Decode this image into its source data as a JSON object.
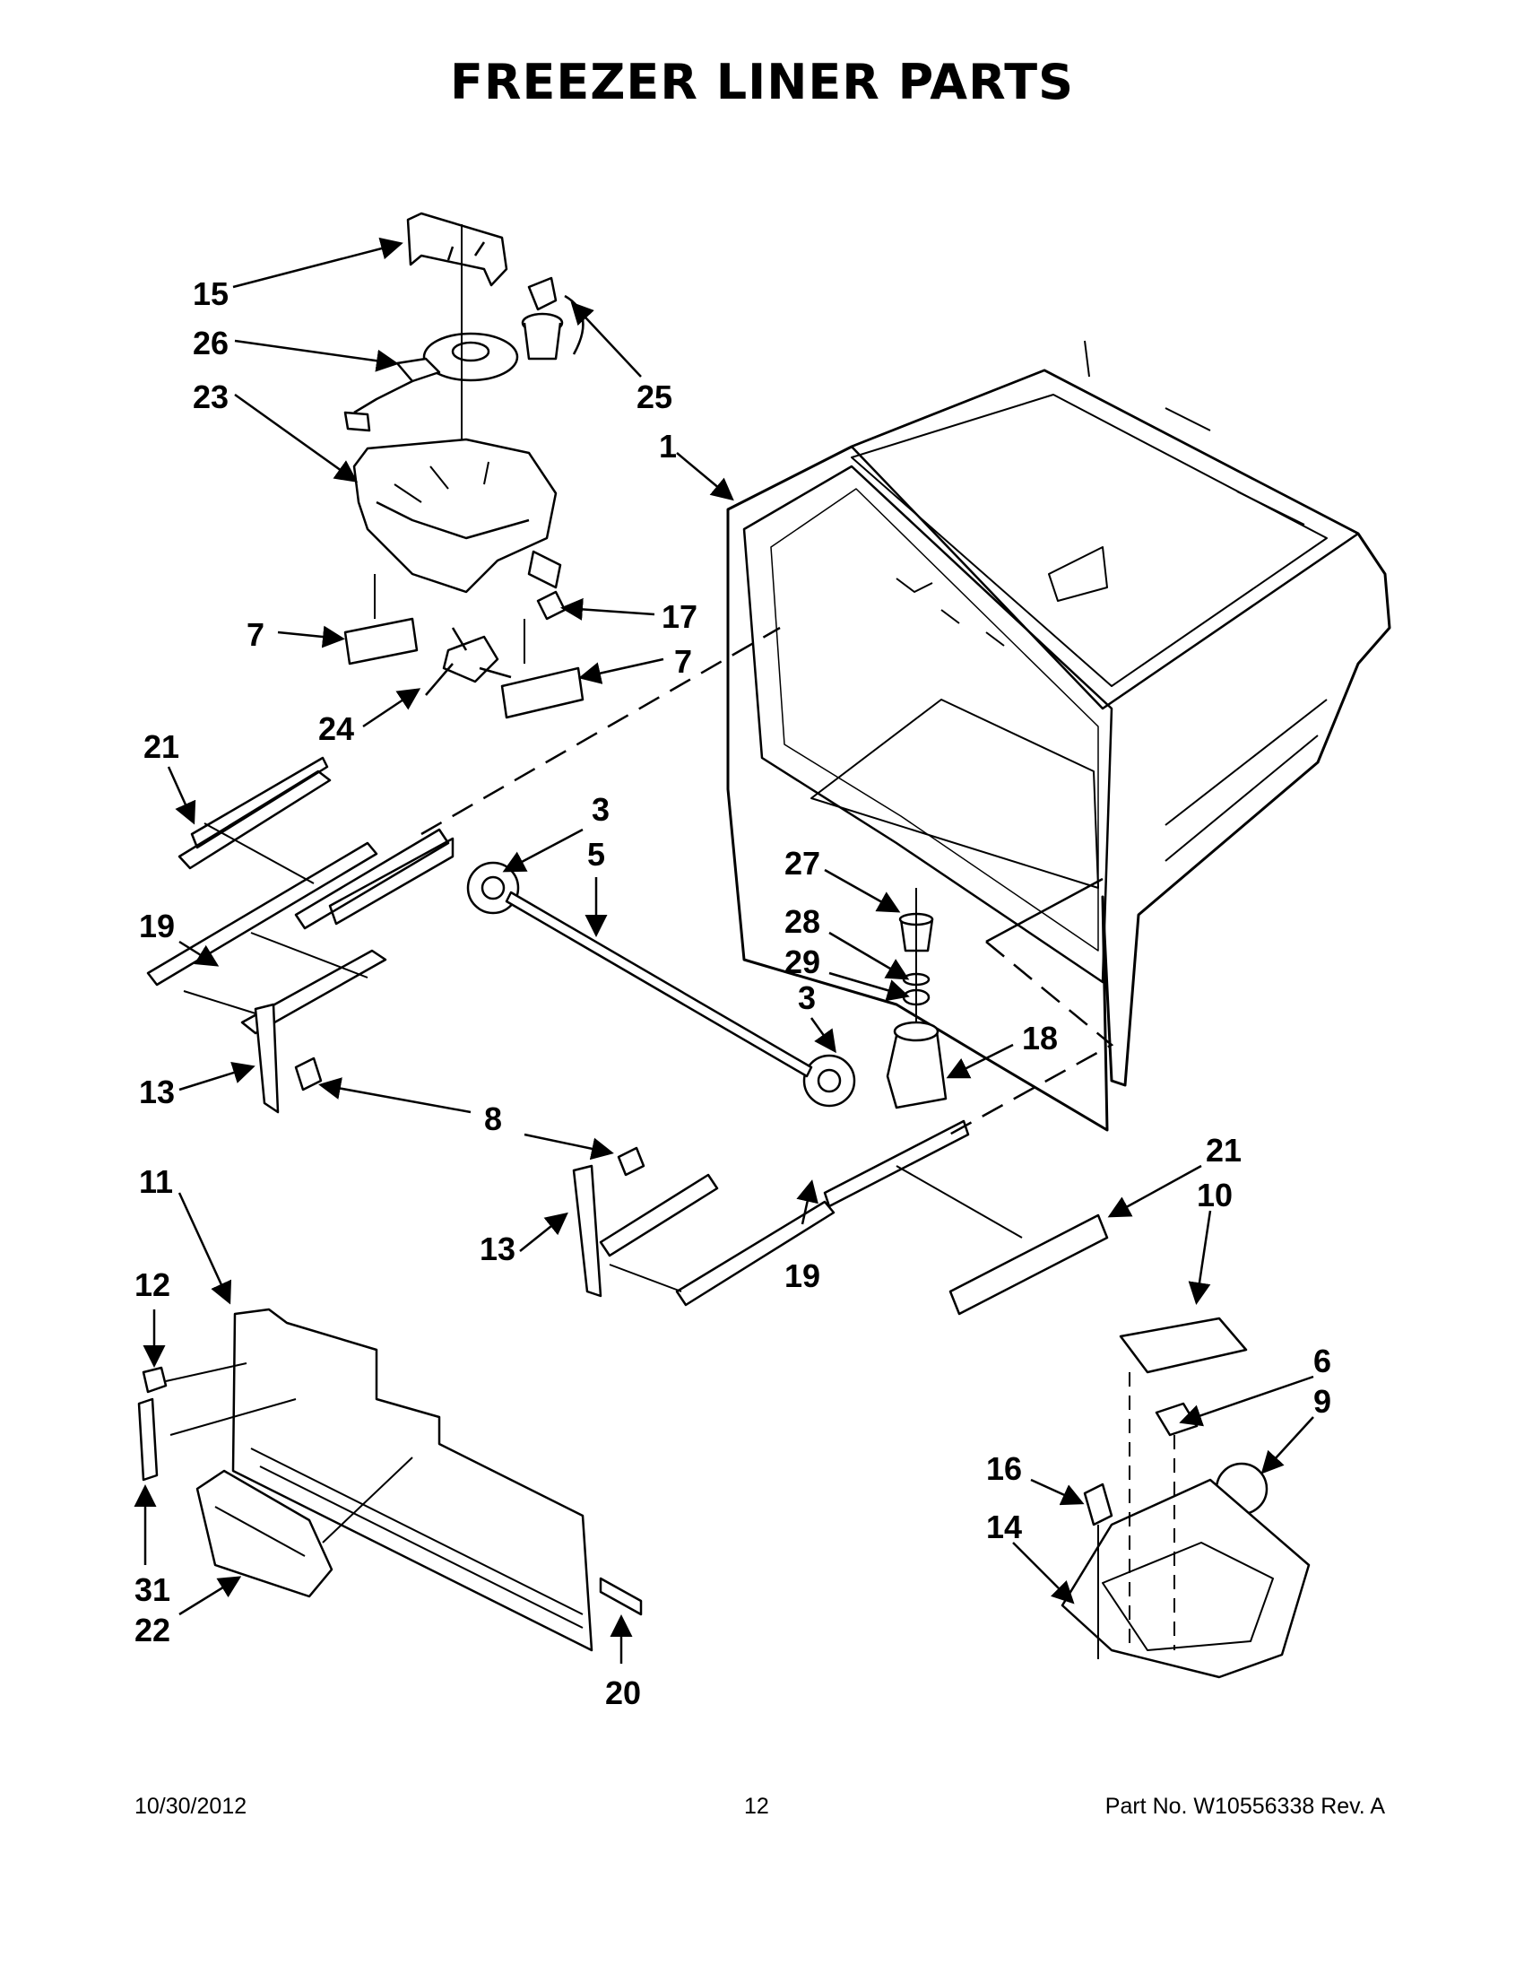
{
  "title": "FREEZER LINER PARTS",
  "callouts": [
    "15",
    "26",
    "23",
    "25",
    "1",
    "7",
    "17",
    "7",
    "24",
    "21",
    "3",
    "5",
    "19",
    "13",
    "8",
    "27",
    "28",
    "29",
    "3",
    "18",
    "11",
    "12",
    "13",
    "19",
    "21",
    "10",
    "6",
    "9",
    "16",
    "14",
    "31",
    "22",
    "20"
  ],
  "footer": {
    "date": "10/30/2012",
    "page": "12",
    "part_no": "Part No.  W10556338  Rev.  A"
  }
}
